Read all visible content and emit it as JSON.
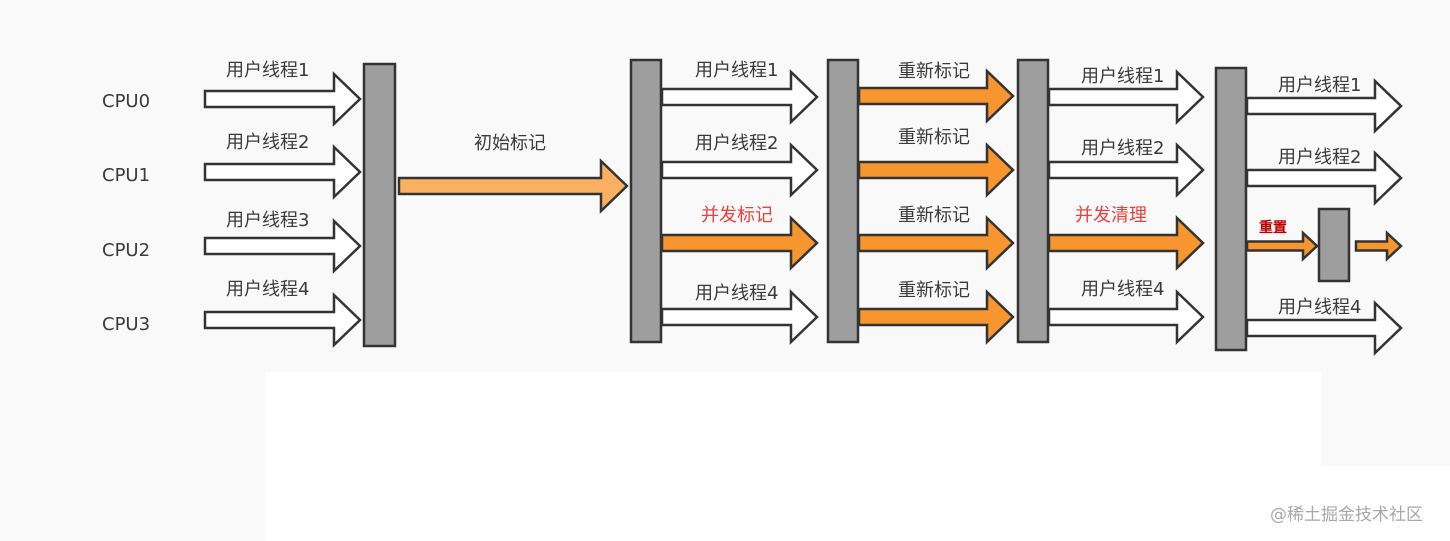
{
  "colors": {
    "background": "#f9f9f9",
    "bar_fill": "#9e9e9e",
    "outline": "#333333",
    "arrow_white": "#ffffff",
    "arrow_orange": "#f7952e",
    "arrow_light_orange": "#fbb061",
    "text_dark": "#3a3a3a",
    "text_red": "#e8413c",
    "text_dark_red": "#c00000",
    "watermark": "#a8a8a8"
  },
  "cpus": [
    "CPU0",
    "CPU1",
    "CPU2",
    "CPU3"
  ],
  "stage1": {
    "thread_labels": [
      "用户线程1",
      "用户线程2",
      "用户线程3",
      "用户线程4"
    ]
  },
  "stage2": {
    "label": "初始标记"
  },
  "stage3": {
    "labels": [
      "用户线程1",
      "用户线程2",
      "并发标记",
      "用户线程4"
    ]
  },
  "stage4": {
    "labels": [
      "重新标记",
      "重新标记",
      "重新标记",
      "重新标记"
    ]
  },
  "stage5": {
    "labels": [
      "用户线程1",
      "用户线程2",
      "并发清理",
      "用户线程4"
    ]
  },
  "stage6": {
    "labels": [
      "用户线程1",
      "用户线程2",
      "重置",
      "用户线程4"
    ]
  },
  "watermark": "@稀土掘金技术社区"
}
